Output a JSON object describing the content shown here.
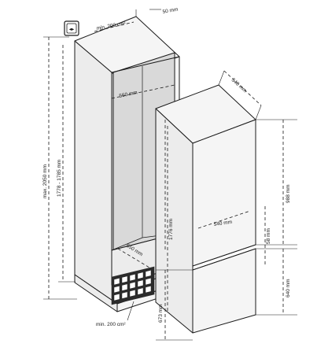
{
  "labels": {
    "min_vent_top": "min. 200 cm²",
    "gap_top": "50 mm",
    "niche_width": "560 mm",
    "niche_depth": "550 mm",
    "niche_height_max": "max. 2050 mm",
    "niche_height_range": "1778 - 1785 mm",
    "appliance_depth": "540 mm",
    "appliance_height": "1776 mm",
    "door_width": "540 mm",
    "upper_door_height": "988 mm",
    "door_gap": "58 mm",
    "lower_door_height": "640 mm",
    "lower_section_height": "673 mm",
    "min_vent_bottom": "min. 200 cm²"
  },
  "icons": {
    "vent": "vent-icon"
  }
}
